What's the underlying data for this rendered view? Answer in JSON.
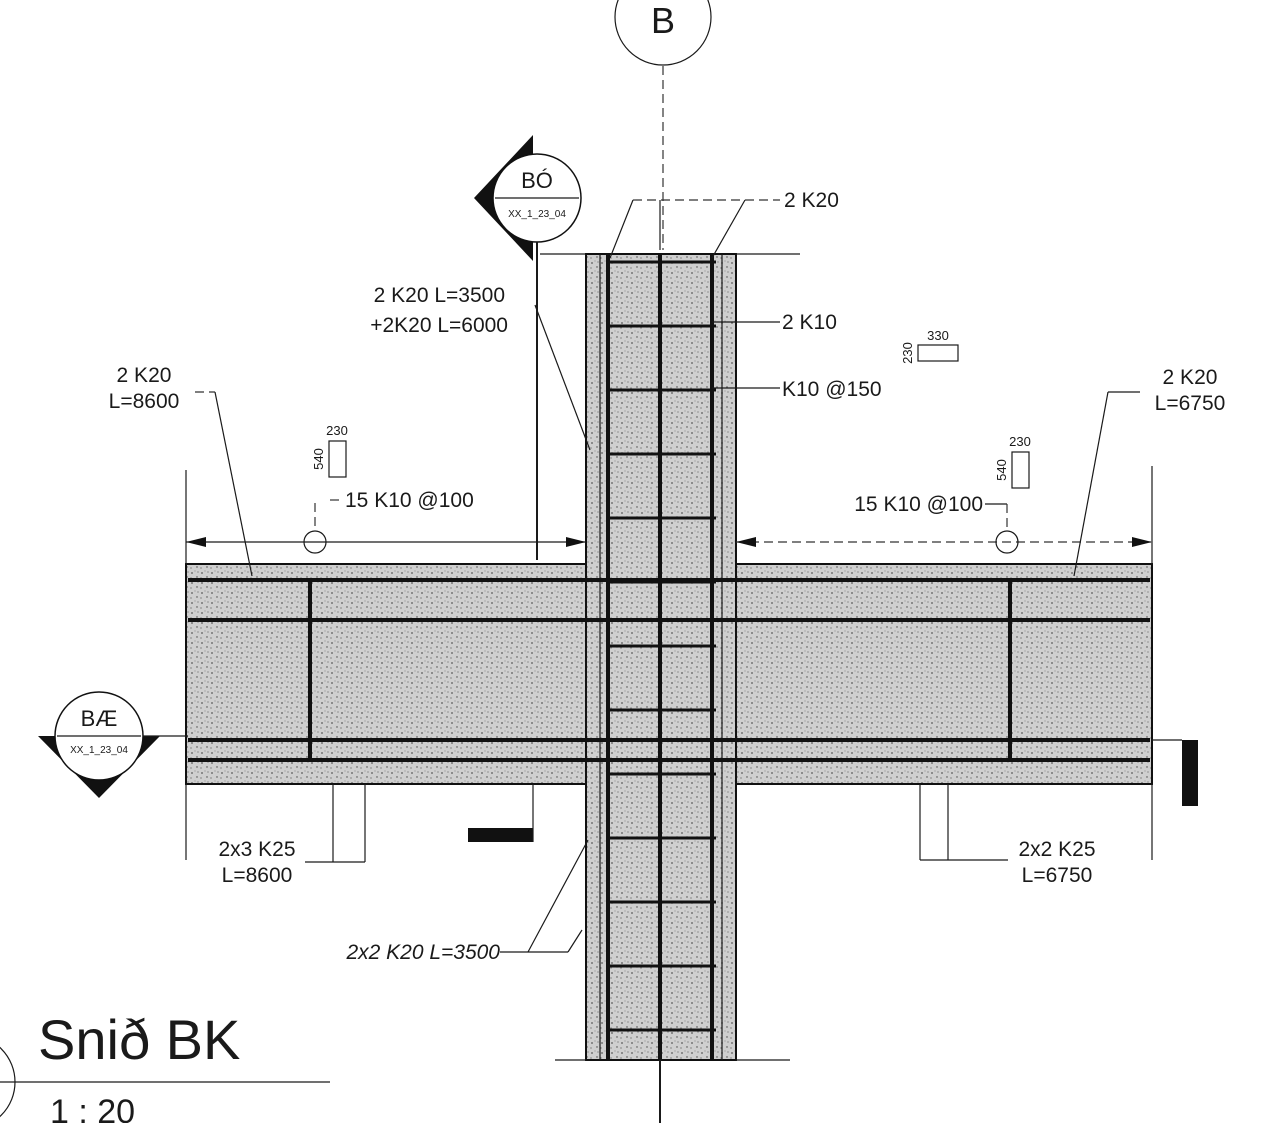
{
  "grid_marker": {
    "label": "B"
  },
  "section_markers": {
    "top": {
      "label": "BÓ",
      "ref": "XX_1_23_04"
    },
    "left": {
      "label": "BÆ",
      "ref": "XX_1_23_04"
    }
  },
  "labels": {
    "col_top_bars": "2 K20",
    "col_bars_a": "2 K20 L=3500",
    "col_bars_b": "+2K20 L=6000",
    "col_k10": "2 K10",
    "col_stirrups": "K10 @150",
    "left_top_a": "2 K20",
    "left_top_b": "L=8600",
    "right_top_a": "2 K20",
    "right_top_b": "L=6750",
    "left_stirrups": "15 K10 @100",
    "right_stirrups": "15 K10 @100",
    "left_bot_a": "2x3 K25",
    "left_bot_b": "L=8600",
    "right_bot_a": "2x2 K25",
    "right_bot_b": "L=6750",
    "col_bottom_bars": "2x2 K20 L=3500"
  },
  "stirrup_shapes": {
    "column": {
      "w": "330",
      "h": "230"
    },
    "left": {
      "w": "230",
      "h": "540"
    },
    "right": {
      "w": "230",
      "h": "540"
    }
  },
  "title": {
    "name": "Snið BK",
    "scale": "1 : 20"
  }
}
